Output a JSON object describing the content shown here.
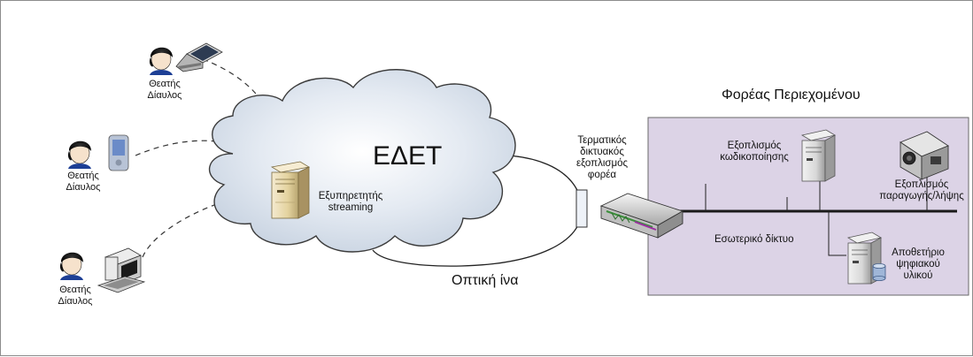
{
  "diagram": {
    "cloud_label": "ΕΔΕΤ",
    "provider_title": "Φορέας Περιεχομένου",
    "fiber_label": "Οπτική ίνα",
    "viewers": [
      {
        "line1": "Θεατής",
        "line2": "Δίαυλος",
        "device": "laptop"
      },
      {
        "line1": "Θεατής",
        "line2": "Δίαυλος",
        "device": "pda"
      },
      {
        "line1": "Θεατής",
        "line2": "Δίαυλος",
        "device": "desktop"
      }
    ],
    "streaming_server": {
      "line1": "Εξυπηρετητής",
      "line2": "streaming"
    },
    "terminal_equipment": {
      "line1": "Τερματικός",
      "line2": "δικτυακός",
      "line3": "εξοπλισμός",
      "line4": "φορέα"
    },
    "encoding_equipment": {
      "line1": "Εξοπλισμός",
      "line2": "κωδικοποίησης"
    },
    "production_equipment": {
      "line1": "Εξοπλισμός",
      "line2": "παραγωγής/λήψης"
    },
    "internal_network": "Εσωτερικό δίκτυο",
    "storage": {
      "line1": "Αποθετήριο",
      "line2": "ψηφιακού",
      "line3": "υλικού"
    },
    "colors": {
      "provider_box": "#dcd3e6",
      "provider_border": "#6a6a6a",
      "cloud_fill": "#d9e1ec",
      "cloud_border": "#3b3b3b",
      "server": "#e6d7a8",
      "bus": "#1a1a1a"
    }
  }
}
